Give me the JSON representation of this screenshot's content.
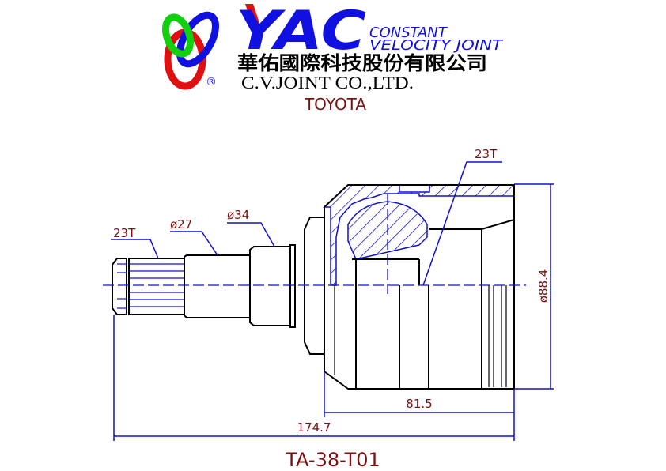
{
  "logo": {
    "brand": "YAC",
    "tagline_1": "CONSTANT",
    "tagline_2": "VELOCITY JOINT",
    "company_cn": "華佑國際科技股份有限公司",
    "company_en": "C.V.JOINT CO.,LTD.",
    "registered": "®"
  },
  "make": "TOYOTA",
  "dimensions": {
    "outer_spline": "23T",
    "shaft_dia_1": "ø27",
    "shaft_dia_2": "ø34",
    "inner_spline": "23T",
    "housing_dia": "ø88.4",
    "housing_length": "81.5",
    "overall_length": "174.7"
  },
  "part_number": "TA-38-T01",
  "colors": {
    "line": "#1010d0",
    "text": "#7a1010",
    "logo_red": "#e01010",
    "logo_green": "#10d010",
    "logo_blue": "#1010e0"
  }
}
